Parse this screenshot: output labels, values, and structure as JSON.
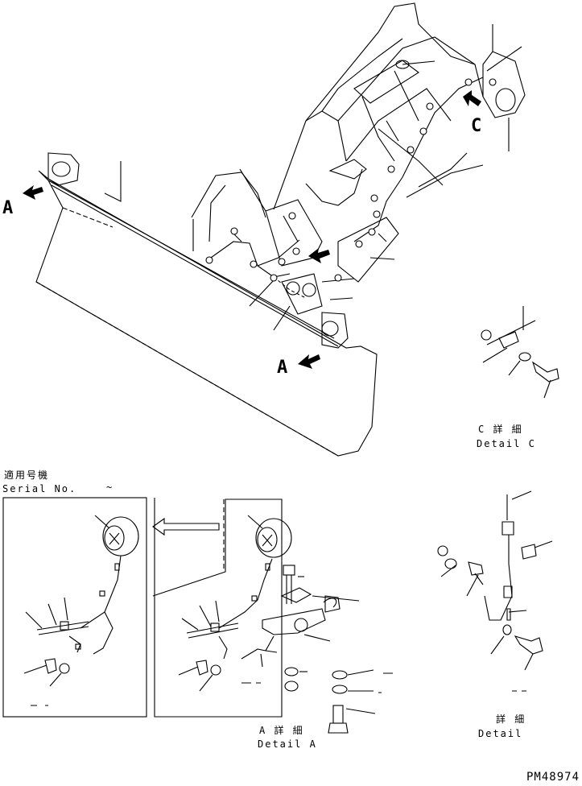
{
  "labels": {
    "view_a_left": "A",
    "view_a_bottom": "A",
    "view_c": "C",
    "detail_c_jp": "C 詳 細",
    "detail_c_en": "Detail C",
    "serial_jp": "適用号機",
    "serial_en": "Serial No.",
    "serial_tilde": "~",
    "detail_a_jp": "A 詳 細",
    "detail_a_en": "Detail A",
    "detail_right_jp": "詳 細",
    "detail_right_en": "Detail",
    "drawing_code": "PM48974"
  },
  "colors": {
    "ink": "#000000",
    "paper": "#ffffff"
  }
}
